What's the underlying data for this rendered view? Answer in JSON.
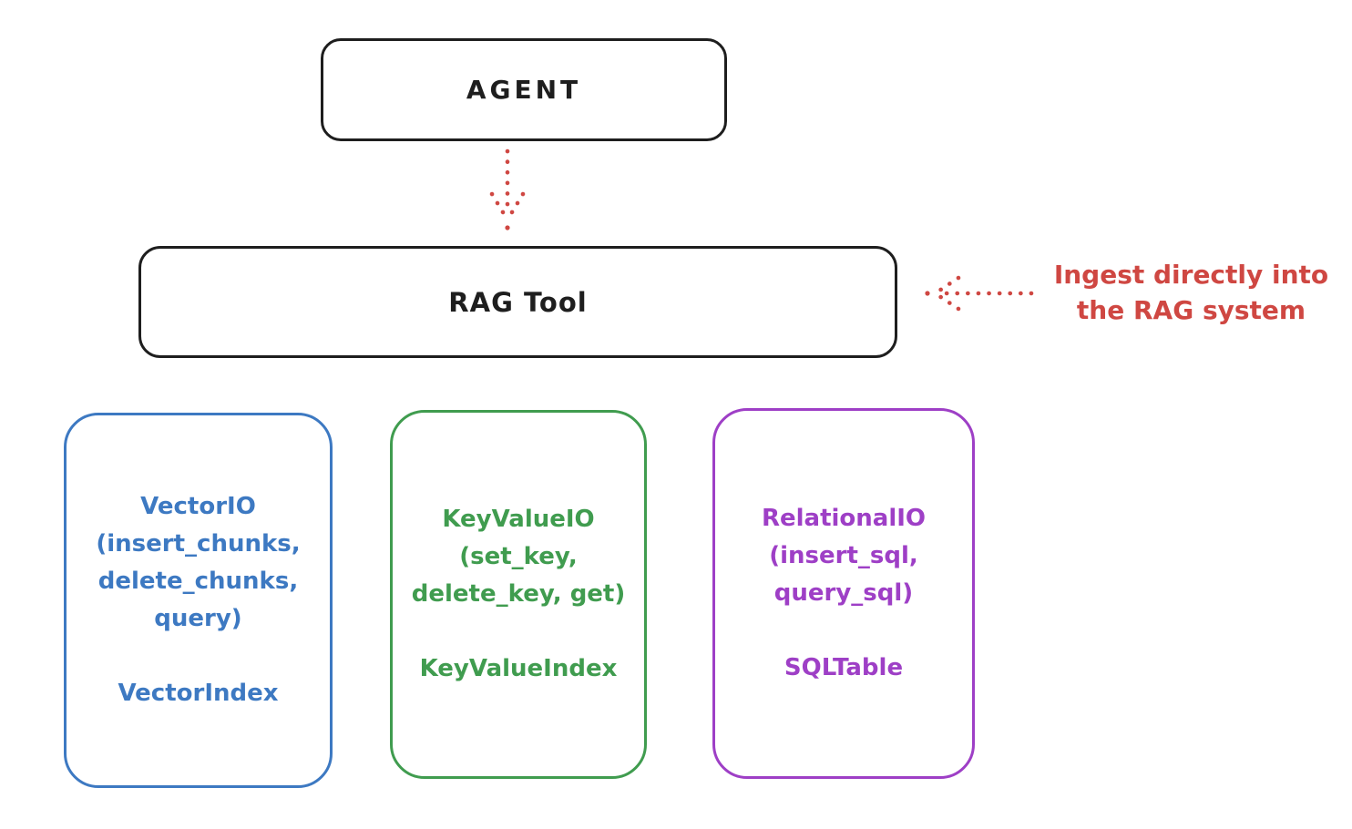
{
  "agent_box": {
    "label": "AGENT"
  },
  "rag_box": {
    "label": "RAG Tool"
  },
  "annotation": {
    "line1": "Ingest directly into",
    "line2": "the RAG system"
  },
  "storage_boxes": {
    "vector": {
      "lines": [
        "VectorIO",
        "(insert_chunks,",
        "delete_chunks,",
        "query)"
      ],
      "index_label": "VectorIndex",
      "color": "#3d79c2"
    },
    "keyvalue": {
      "lines": [
        "KeyValueIO",
        "(set_key,",
        "delete_key, get)"
      ],
      "index_label": "KeyValueIndex",
      "color": "#409c4f"
    },
    "relational": {
      "lines": [
        "RelationalIO",
        "(insert_sql,",
        "query_sql)"
      ],
      "index_label": "SQLTable",
      "color": "#9e3fc6"
    }
  },
  "colors": {
    "box_stroke_black": "#1e1e1e",
    "arrow_red": "#cf4742",
    "background": "#ffffff"
  }
}
